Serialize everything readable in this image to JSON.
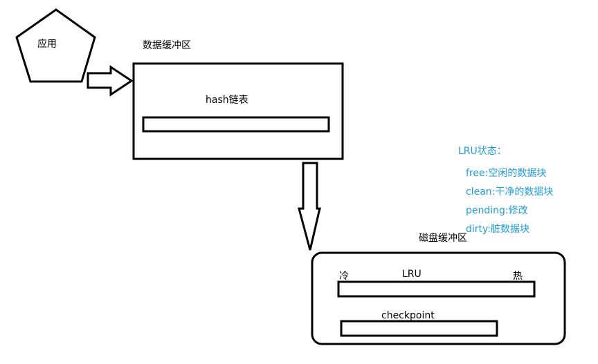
{
  "diagram": {
    "app": {
      "label": "应用"
    },
    "data_buffer": {
      "title": "数据缓冲区",
      "hash_label": "hash链表"
    },
    "disk_buffer": {
      "title": "磁盘缓冲区",
      "lru_label": "LRU",
      "cold_label": "冷",
      "hot_label": "热",
      "checkpoint_label": "checkpoint"
    },
    "legend": {
      "title": "LRU状态：",
      "items": [
        {
          "text": "free:空闲的数据块"
        },
        {
          "text": "clean:干净的数据块"
        },
        {
          "text": "pending:修改"
        },
        {
          "text": "dirty:脏数据块"
        }
      ],
      "color": "#1e9bd7"
    }
  }
}
